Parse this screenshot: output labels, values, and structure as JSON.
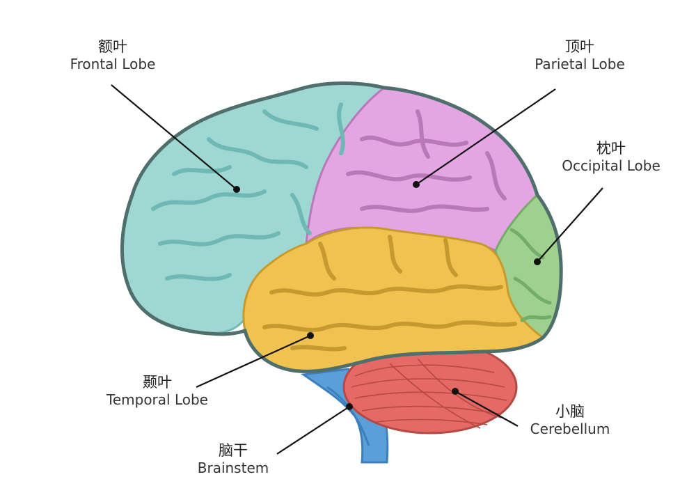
{
  "labels": {
    "frontal": {
      "cn": "额叶",
      "en": "Frontal Lobe"
    },
    "parietal": {
      "cn": "顶叶",
      "en": "Parietal Lobe"
    },
    "occipital": {
      "cn": "枕叶",
      "en": "Occipital Lobe"
    },
    "temporal": {
      "cn": "颞叶",
      "en": "Temporal Lobe"
    },
    "cerebellum": {
      "cn": "小脑",
      "en": "Cerebellum"
    },
    "brainstem": {
      "cn": "脑干",
      "en": "Brainstem"
    }
  },
  "colors": {
    "frontal": "#9fd7d3",
    "frontal_dark": "#6fb9b4",
    "parietal": "#e4a6e3",
    "parietal_dark": "#b978b7",
    "occipital": "#9fd18e",
    "occipital_dark": "#74ad67",
    "temporal": "#f0c24f",
    "temporal_dark": "#c69a2e",
    "cerebellum": "#e56a66",
    "cerebellum_dark": "#b54843",
    "brainstem": "#5b9fd8",
    "brainstem_dark": "#3d7fbd",
    "outline": "#4f6f6d",
    "leader": "#111111"
  }
}
